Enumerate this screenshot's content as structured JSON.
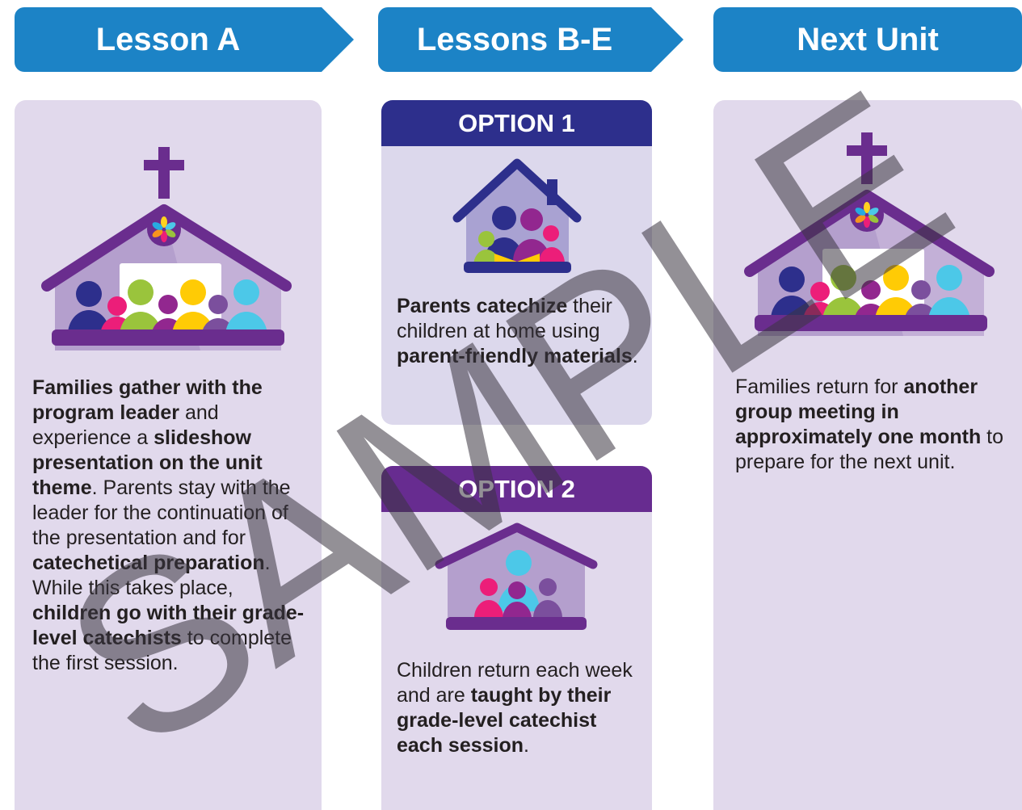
{
  "tabs": [
    {
      "label": "Lesson A"
    },
    {
      "label": "Lessons B-E"
    },
    {
      "label": "Next Unit"
    }
  ],
  "lesson_a": {
    "description": [
      {
        "text": "Families gather with the program leader",
        "bold": true
      },
      {
        "text": " and experience a ",
        "bold": false
      },
      {
        "text": "slideshow presentation on the unit theme",
        "bold": true
      },
      {
        "text": ". Parents stay with the leader for the continuation of the presentation and for ",
        "bold": false
      },
      {
        "text": "catechetical preparation",
        "bold": true
      },
      {
        "text": ". While this takes place, ",
        "bold": false
      },
      {
        "text": "children go with their grade-level catechists",
        "bold": true
      },
      {
        "text": " to complete the first session.",
        "bold": false
      }
    ]
  },
  "option1": {
    "header": "OPTION 1",
    "description": [
      {
        "text": "Parents catechize",
        "bold": true
      },
      {
        "text": " their children at home using ",
        "bold": false
      },
      {
        "text": "parent-friendly materials",
        "bold": true
      },
      {
        "text": ".",
        "bold": false
      }
    ]
  },
  "option2": {
    "header": "OPTION 2",
    "description": [
      {
        "text": "Children return each week and are ",
        "bold": false
      },
      {
        "text": "taught by their grade-level catechist each session",
        "bold": true
      },
      {
        "text": ".",
        "bold": false
      }
    ]
  },
  "next_unit": {
    "description": [
      {
        "text": "Families return for ",
        "bold": false
      },
      {
        "text": "another group meeting in approximately one month",
        "bold": true
      },
      {
        "text": " to prepare for the next unit.",
        "bold": false
      }
    ]
  },
  "watermark": "SAMPLE",
  "colors": {
    "tab_blue": "#1c83c6",
    "panel_lavender": "#e1d9ec",
    "option1_navy": "#2d2f8c",
    "option2_purple": "#672c90",
    "church_purple": "#6a2d8e"
  }
}
